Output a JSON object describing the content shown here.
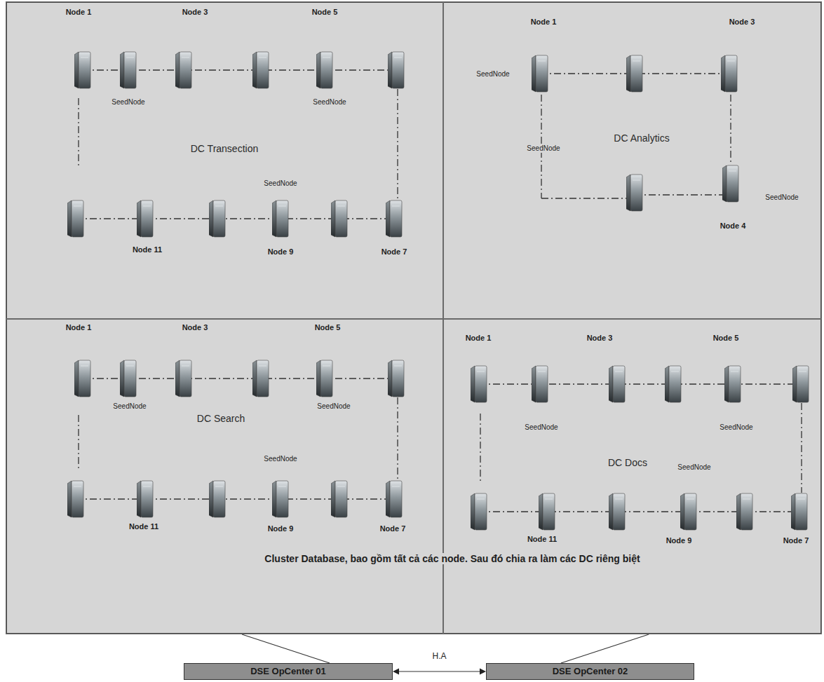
{
  "diagram": {
    "nodes": [
      {
        "text": [
          "Cluster Database, bao gồm tất cả các node. Sau đó chia ra làm các DC riêng biệt"
        ]
      },
      {
        "text": [
          "DC Transection"
        ],
        "in": 0
      },
      {
        "text": [
          "DC Analytics"
        ],
        "in": 0
      },
      {
        "text": [
          "DC Search"
        ],
        "in": 0
      },
      {
        "text": [
          "DC Docs"
        ],
        "in": 0
      },
      {
        "text": [
          "DSE OpCenter 01"
        ]
      },
      {
        "text": [
          "DSE OpCenter 02"
        ]
      }
    ],
    "edges": [
      {
        "from": 0,
        "to": 5,
        "arrow": "none"
      },
      {
        "from": 0,
        "to": 6,
        "arrow": "none"
      },
      {
        "from": 5,
        "to": 6,
        "arrow": "both",
        "label": "H.A"
      }
    ],
    "labels": [
      "Node 1",
      "Node 3",
      "Node 5",
      "SeedNode",
      "SeedNode",
      "SeedNode",
      "Node 11",
      "Node 9",
      "Node 7",
      "Node 1",
      "Node 3",
      "SeedNode",
      "SeedNode",
      "SeedNode",
      "Node 4",
      "Node 1",
      "Node 3",
      "Node 5",
      "SeedNode",
      "SeedNode",
      "SeedNode",
      "Node 11",
      "Node 9",
      "Node 7",
      "Node 1",
      "Node 3",
      "Node 5",
      "SeedNode",
      "SeedNode",
      "SeedNode",
      "Node 11",
      "Node 9",
      "Node 7"
    ]
  }
}
